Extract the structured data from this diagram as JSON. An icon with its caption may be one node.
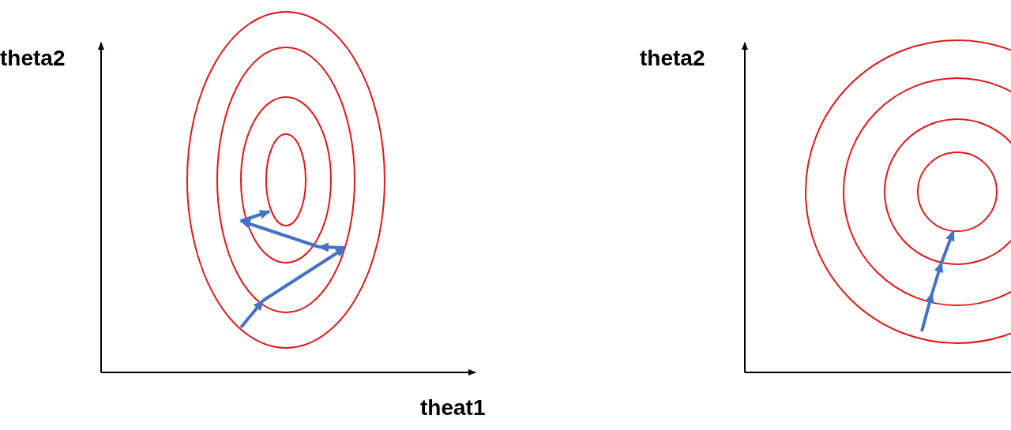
{
  "diagram": {
    "labels": [
      "theta2",
      "theat1",
      "theta2"
    ]
  }
}
